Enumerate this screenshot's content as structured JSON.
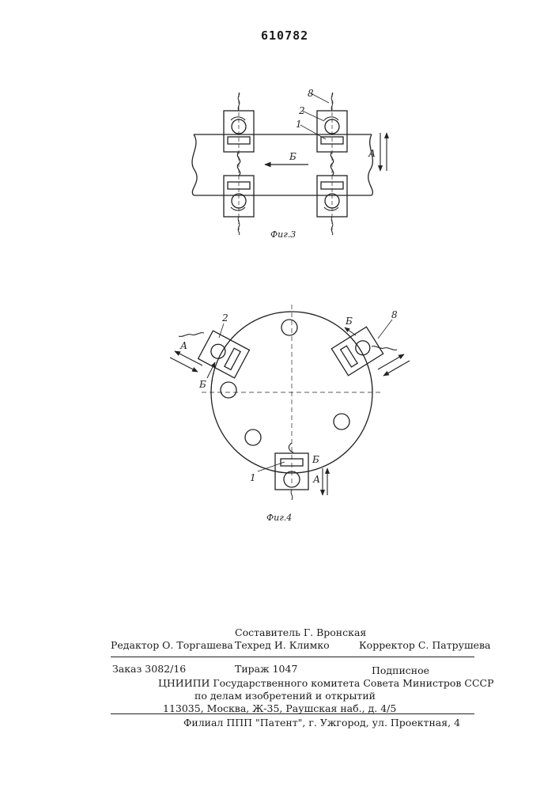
{
  "patent_number": "610782",
  "fig3": {
    "caption": "Фиг.3",
    "labels": {
      "part_1": "1",
      "part_2": "2",
      "part_8": "8",
      "dir_a": "А",
      "dir_b": "Б"
    }
  },
  "fig4": {
    "caption": "Фиг.4",
    "labels": {
      "part_1": "1",
      "part_2": "2",
      "part_8": "8",
      "dir_a": "А",
      "dir_b": "Б"
    }
  },
  "imprint": {
    "compiler": "Составитель Г. Вронская",
    "editor": "Редактор О. Торгашева",
    "techred": "Техред И. Климко",
    "corrector": "Корректор С. Патрушева",
    "order": "Заказ 3082/16",
    "circulation": "Тираж 1047",
    "subscription": "Подписное",
    "institute": "ЦНИИПИ Государственного комитета Совета Министров СССР",
    "affairs": "по делам изобретений и открытий",
    "address": "113035, Москва, Ж-35, Раушская наб., д. 4/5",
    "branch": "Филиал ППП \"Патент\", г. Ужгород, ул. Проектная, 4"
  }
}
